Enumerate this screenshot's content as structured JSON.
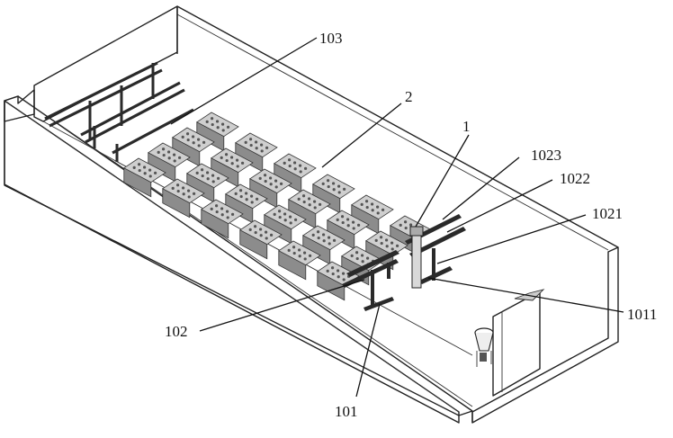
{
  "labels": {
    "l103": "103",
    "l2": "2",
    "l1": "1",
    "l1023": "1023",
    "l1022": "1022",
    "l1021": "1021",
    "l1011": "1011",
    "l102": "102",
    "l101": "101"
  },
  "colors": {
    "line": "#222222",
    "rack": "#2a2a2a",
    "module_top": "#cfcfcf",
    "module_side": "#8c8c8c",
    "background": "#ffffff"
  },
  "module_grid": {
    "rows": 4,
    "cols": 6
  }
}
